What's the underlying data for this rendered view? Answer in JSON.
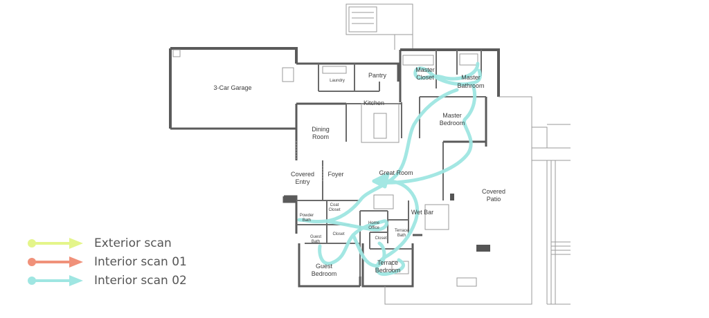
{
  "rooms": {
    "garage": "3-Car Garage",
    "laundry": "Laundry",
    "pantry": "Pantry",
    "kitchen": "Kitchen",
    "dining_1": "Dining",
    "dining_2": "Room",
    "master_closet_1": "Master",
    "master_closet_2": "Closet",
    "master_bath_1": "Master",
    "master_bath_2": "Bathroom",
    "master_bed_1": "Master",
    "master_bed_2": "Bedroom",
    "great_room": "Great Room",
    "covered_entry_1": "Covered",
    "covered_entry_2": "Entry",
    "foyer": "Foyer",
    "coat_closet_1": "Coat",
    "coat_closet_2": "Closet",
    "powder_1": "Powder",
    "powder_2": "Bath",
    "home_office_1": "Home",
    "home_office_2": "Office",
    "terrace_bath_1": "Terrace",
    "terrace_bath_2": "Bath",
    "guest_bath_1": "Guest",
    "guest_bath_2": "Bath",
    "closet_a": "Closet",
    "closet_b": "Closet",
    "wet_bar": "Wet Bar",
    "covered_patio_1": "Covered",
    "covered_patio_2": "Patio",
    "guest_bed_1": "Guest",
    "guest_bed_2": "Bedroom",
    "terrace_bed_1": "Terrace",
    "terrace_bed_2": "Bedroom"
  },
  "legend": [
    {
      "label": "Exterior scan",
      "color": "#e4f58a"
    },
    {
      "label": "Interior scan 01",
      "color": "#f0917a"
    },
    {
      "label": "Interior scan 02",
      "color": "#9fe6e2"
    }
  ],
  "scan_path_color": "#9fe6e2"
}
